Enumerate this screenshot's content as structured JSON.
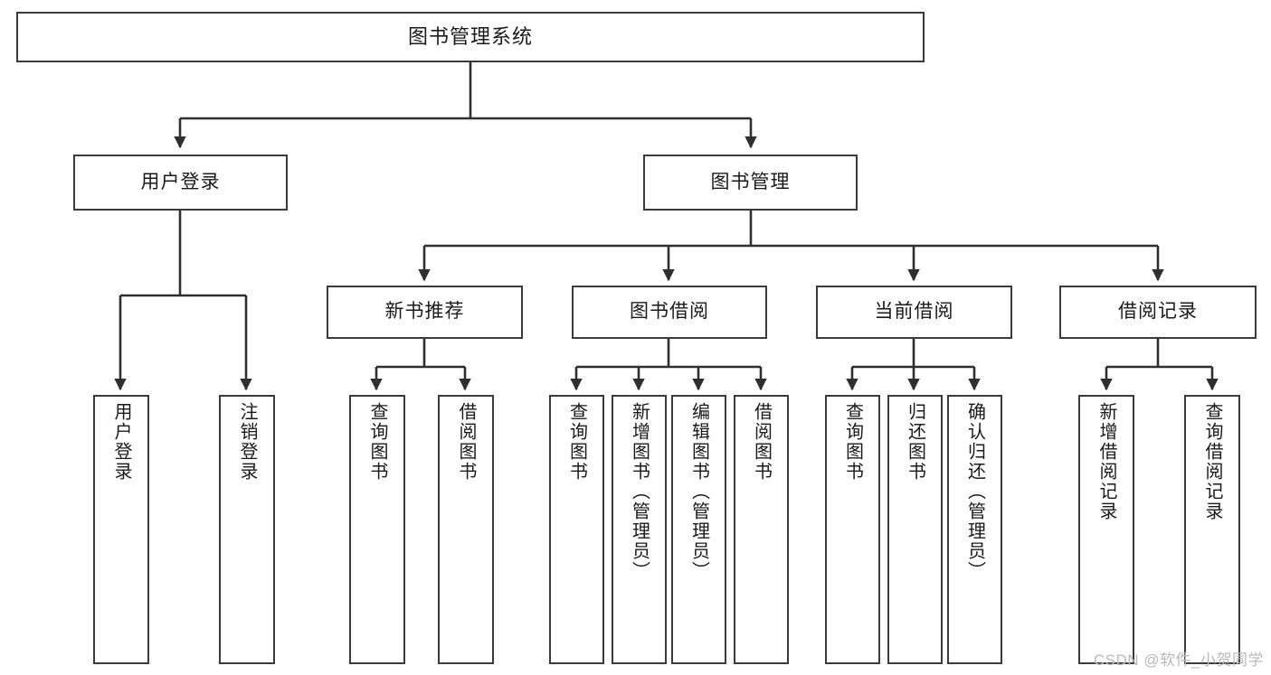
{
  "diagram": {
    "title": "图书管理系统",
    "type": "tree",
    "watermark": "CSDN @软件_小贺同学",
    "colors": {
      "box_border": "#3b3b3b",
      "box_fill": "#ffffff",
      "edge": "#2f2f2f",
      "text": "#1a1a1a",
      "watermark": "#b9b9b9"
    },
    "nodes": {
      "root": {
        "label": "图书管理系统"
      },
      "level2": [
        {
          "label": "用户登录"
        },
        {
          "label": "图书管理"
        }
      ],
      "level3": [
        {
          "label": "新书推荐"
        },
        {
          "label": "图书借阅"
        },
        {
          "label": "当前借阅"
        },
        {
          "label": "借阅记录"
        }
      ],
      "leaves": {
        "user_login": [
          {
            "label": "用户登录"
          },
          {
            "label": "注销登录"
          }
        ],
        "new_book_recommend": [
          {
            "label": "查询图书"
          },
          {
            "label": "借阅图书"
          }
        ],
        "book_borrow": [
          {
            "label": "查询图书"
          },
          {
            "label": "新增图书（管理员）"
          },
          {
            "label": "编辑图书（管理员）"
          },
          {
            "label": "借阅图书"
          }
        ],
        "current_borrow": [
          {
            "label": "查询图书"
          },
          {
            "label": "归还图书"
          },
          {
            "label": "确认归还（管理员）"
          }
        ],
        "borrow_record": [
          {
            "label": "新增借阅记录"
          },
          {
            "label": "查询借阅记录"
          }
        ]
      }
    }
  }
}
